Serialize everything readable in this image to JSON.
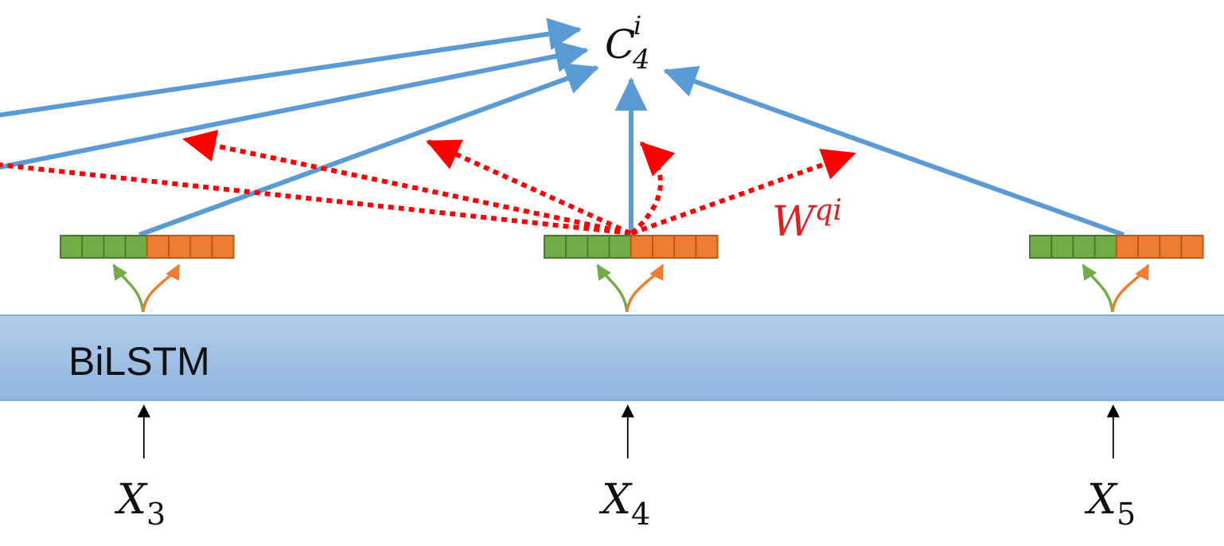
{
  "layer": {
    "label": "BiLSTM"
  },
  "context": {
    "base": "C",
    "sub": "4",
    "sup": "i"
  },
  "weight": {
    "base": "W",
    "sup": "qi"
  },
  "inputs": [
    {
      "base": "X",
      "sub": "3"
    },
    {
      "base": "X",
      "sub": "4"
    },
    {
      "base": "X",
      "sub": "5"
    }
  ],
  "colors": {
    "band_top": "#b3cde8",
    "band_bottom": "#8fb4e0",
    "band_border": "#6f9fd0",
    "forward_cell": "#70ad47",
    "backward_cell": "#ed7d31",
    "blue_arrow": "#5b9bd5",
    "attention": "#ff0000",
    "weight_label": "#e02020",
    "input_arrow": "#000000"
  }
}
